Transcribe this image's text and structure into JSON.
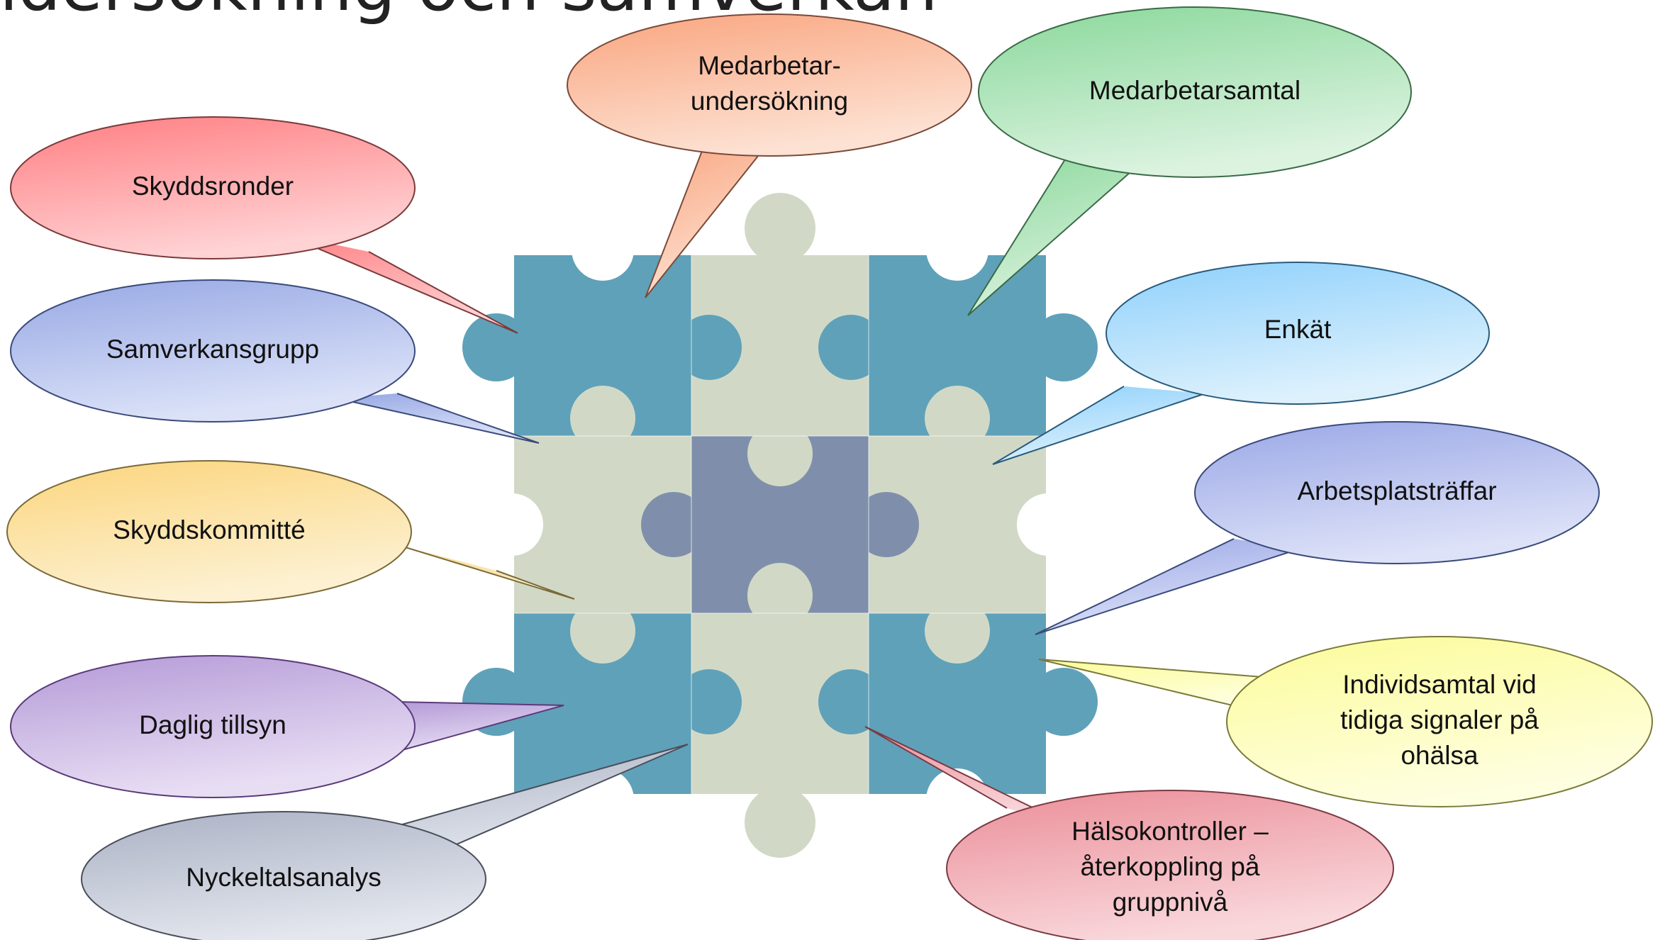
{
  "title": "ndersökning och samverkan",
  "colors": {
    "puzzle_dark": "#5fa1b9",
    "puzzle_light": "#d1d9c6",
    "puzzle_center": "#7f8fab"
  },
  "bubbles": [
    {
      "id": "skyddsronder",
      "lines": [
        "Skyddsronder"
      ],
      "color_top": "#ff7e82",
      "color_bottom": "#ffd2d4"
    },
    {
      "id": "medarbetarundersokning",
      "lines": [
        "Medarbetar-",
        "undersökning"
      ],
      "color_top": "#f9a57f",
      "color_bottom": "#fde1d2"
    },
    {
      "id": "medarbetarsamtal",
      "lines": [
        "Medarbetarsamtal"
      ],
      "color_top": "#8ad89b",
      "color_bottom": "#dcf3e0"
    },
    {
      "id": "samverkansgrupp",
      "lines": [
        "Samverkansgrupp"
      ],
      "color_top": "#97a8e4",
      "color_bottom": "#dbe2f8"
    },
    {
      "id": "enkat",
      "lines": [
        "Enkät"
      ],
      "color_top": "#8ed0fb",
      "color_bottom": "#ddf1fd"
    },
    {
      "id": "skyddskommitte",
      "lines": [
        "Skyddskommitté"
      ],
      "color_top": "#fbd57d",
      "color_bottom": "#fdf1d2"
    },
    {
      "id": "arbetsplatstraffar",
      "lines": [
        "Arbetsplatsträffar"
      ],
      "color_top": "#9aa7e6",
      "color_bottom": "#dde2f8"
    },
    {
      "id": "daglig-tillsyn",
      "lines": [
        "Daglig tillsyn"
      ],
      "color_top": "#b49ad7",
      "color_bottom": "#e8def4"
    },
    {
      "id": "individsamtal",
      "lines": [
        "Individsamtal vid",
        "tidiga signaler på",
        "ohälsa"
      ],
      "color_top": "#fcfc9a",
      "color_bottom": "#fefee0"
    },
    {
      "id": "nyckeltalsanalys",
      "lines": [
        "Nyckeltalsanalys"
      ],
      "color_top": "#aab1c4",
      "color_bottom": "#e4e7ee"
    },
    {
      "id": "halsokontroller",
      "lines": [
        "Hälsokontroller –",
        "återkoppling på",
        "gruppnivå"
      ],
      "color_top": "#eb8e98",
      "color_bottom": "#f9d8dc"
    }
  ]
}
